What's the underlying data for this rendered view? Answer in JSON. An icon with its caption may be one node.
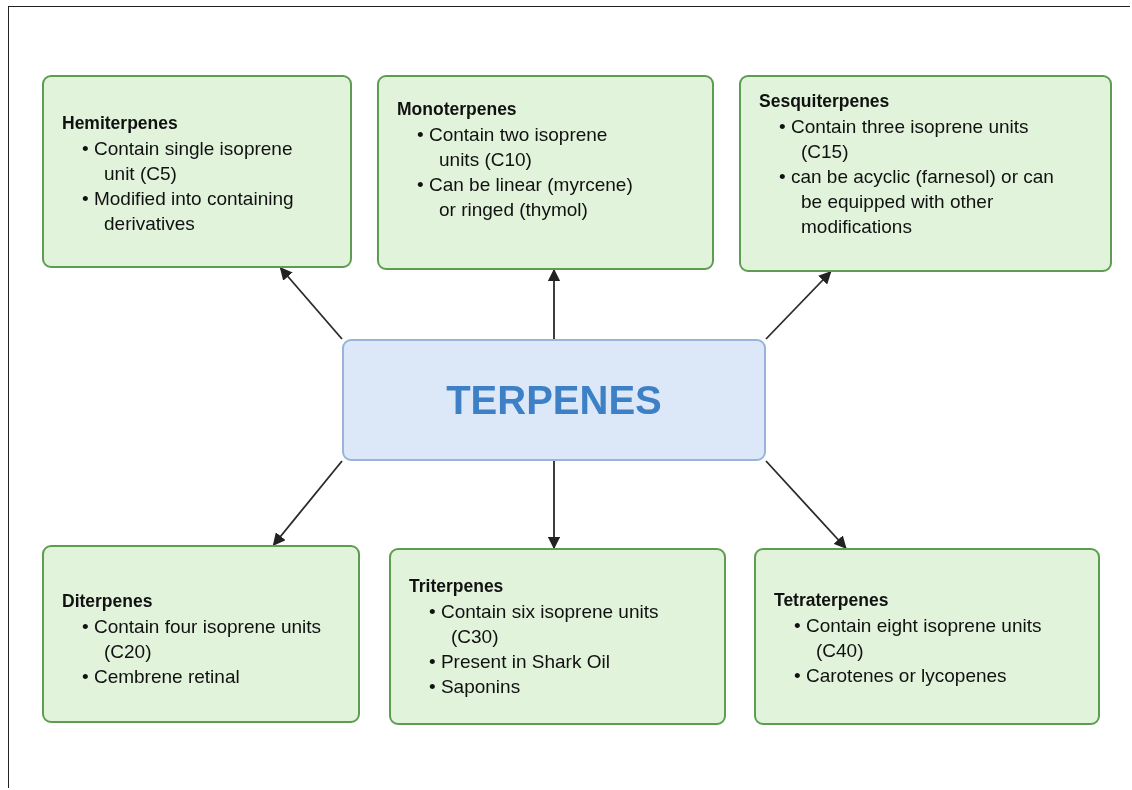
{
  "diagram": {
    "nodes": [
      {
        "text": [
          "Hemiterpenes",
          "• Contain single isoprene unit (C5)",
          "• Modified into containing derivatives"
        ]
      },
      {
        "text": [
          "Monoterpenes",
          "• Contain two isoprene units (C10)",
          "• Can be linear (myrcene) or ringed (thymol)"
        ]
      },
      {
        "text": [
          "Sesquiterpenes",
          "• Contain three isoprene units (C15)",
          "• can be acyclic (farnesol) or can be equipped with other modifications"
        ]
      },
      {
        "text": [
          "TERPENES"
        ]
      },
      {
        "text": [
          "Diterpenes",
          "• Contain four isoprene units (C20)",
          "• Cembrene retinal"
        ]
      },
      {
        "text": [
          "Triterpenes",
          "• Contain six isoprene units (C30)",
          "• Present in Shark Oil",
          "• Saponins"
        ]
      },
      {
        "text": [
          "Tetraterpenes",
          "• Contain eight isoprene units (C40)",
          "• Carotenes or lycopenes"
        ]
      }
    ],
    "edges": [
      {
        "from": 3,
        "to": 0,
        "arrow": "to"
      },
      {
        "from": 3,
        "to": 1,
        "arrow": "to"
      },
      {
        "from": 3,
        "to": 2,
        "arrow": "to"
      },
      {
        "from": 3,
        "to": 4,
        "arrow": "to"
      },
      {
        "from": 3,
        "to": 5,
        "arrow": "to"
      },
      {
        "from": 3,
        "to": 6,
        "arrow": "to"
      }
    ]
  }
}
